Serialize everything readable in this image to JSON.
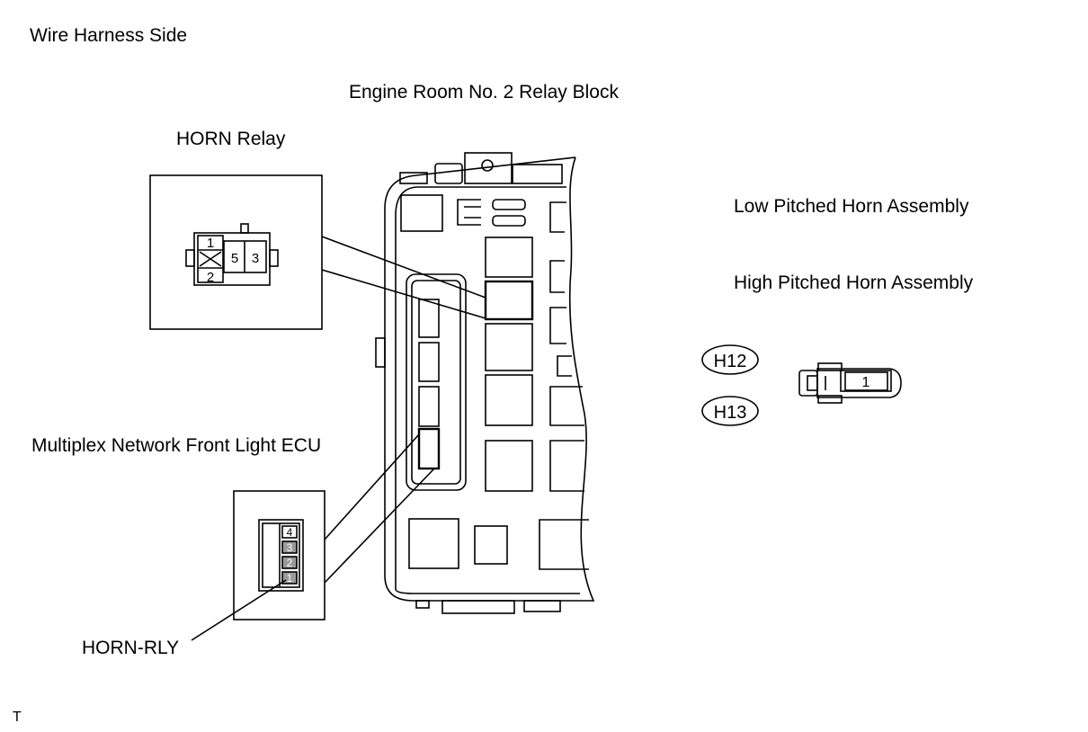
{
  "labels": {
    "view_side": "Wire Harness Side",
    "relay_block": "Engine Room No. 2 Relay Block",
    "horn_relay": "HORN Relay",
    "low_horn": "Low Pitched Horn Assembly",
    "high_horn": "High Pitched Horn Assembly",
    "front_ecu": "Multiplex Network Front Light ECU",
    "horn_rly_terminal": "HORN-RLY",
    "corner_mark": "T"
  },
  "horn_relay_connector": {
    "pins": {
      "p1": "1",
      "p2": "2",
      "p5": "5",
      "p3": "3"
    }
  },
  "ecu_connector": {
    "pins": [
      "4",
      "3",
      "2",
      "1"
    ]
  },
  "horn_connector_codes": {
    "low": "H12",
    "high": "H13"
  },
  "horn_connector": {
    "pin": "1"
  }
}
